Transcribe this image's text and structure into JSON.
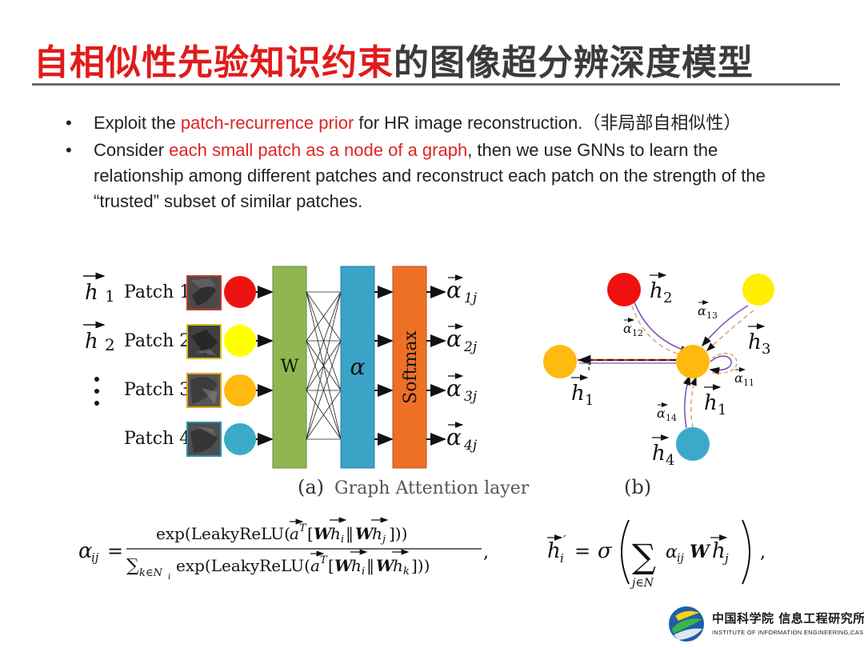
{
  "title": {
    "red_part": "自相似性先验知识约束",
    "dark_part": "的图像超分辨深度模型"
  },
  "bullets": [
    {
      "pre": "Exploit the ",
      "highlight": "patch-recurrence prior",
      "post": " for HR image reconstruction.（非局部自相似性）"
    },
    {
      "pre": "Consider ",
      "highlight": "each small patch as a node of a graph",
      "post": ", then we use GNNs to learn the relationship among different patches and reconstruct each patch on the strength of the “trusted” subset of similar patches."
    }
  ],
  "figure_a": {
    "rows": [
      {
        "vector": "h",
        "index": "1",
        "label": "Patch 1",
        "color": "#ee1111",
        "output": "α",
        "output_sub": "1j"
      },
      {
        "vector": "h",
        "index": "2",
        "label": "Patch 2",
        "color": "#ffff00",
        "output": "α",
        "output_sub": "2j"
      },
      {
        "vector": "",
        "index": "",
        "label": "Patch 3",
        "color": "#ffb90f",
        "output": "α",
        "output_sub": "3j"
      },
      {
        "vector": "",
        "index": "",
        "label": "Patch 4",
        "color": "#3da9c9",
        "output": "α",
        "output_sub": "4j"
      }
    ],
    "layers": [
      {
        "label": "W",
        "color": "#8fb650"
      },
      {
        "label": "α",
        "color": "#3aa3c6"
      },
      {
        "label": "Softmax",
        "color": "#ee7026"
      }
    ],
    "caption_tag": "(a)",
    "caption": "Graph Attention layer"
  },
  "figure_b": {
    "caption_tag": "(b)",
    "node_labels": [
      "h2",
      "h3",
      "h1",
      "h4",
      "h1'"
    ],
    "edge_labels": [
      "α12",
      "α13",
      "α11",
      "α14"
    ],
    "colors": {
      "red": "#ee1111",
      "yellow": "#ffee00",
      "orange": "#ffb90f",
      "blue": "#3da9c9"
    }
  },
  "equations": {
    "alpha_lhs": "α",
    "alpha_lhs_sub": "ij",
    "numerator": "exp(LeakyReLU(",
    "numerator_tail": "]))",
    "denominator_sum": "∑",
    "denominator_sum_sub": "k∈N",
    "denominator": "exp(LeakyReLU(",
    "denominator_tail": "]))",
    "h_update_sigma": "σ",
    "h_update_sum_sub": "j∈N"
  },
  "logo": {
    "name": "中国科学院 信息工程研究所",
    "subtitle": "INSTITUTE OF INFORMATION ENGINEERING,CAS"
  }
}
